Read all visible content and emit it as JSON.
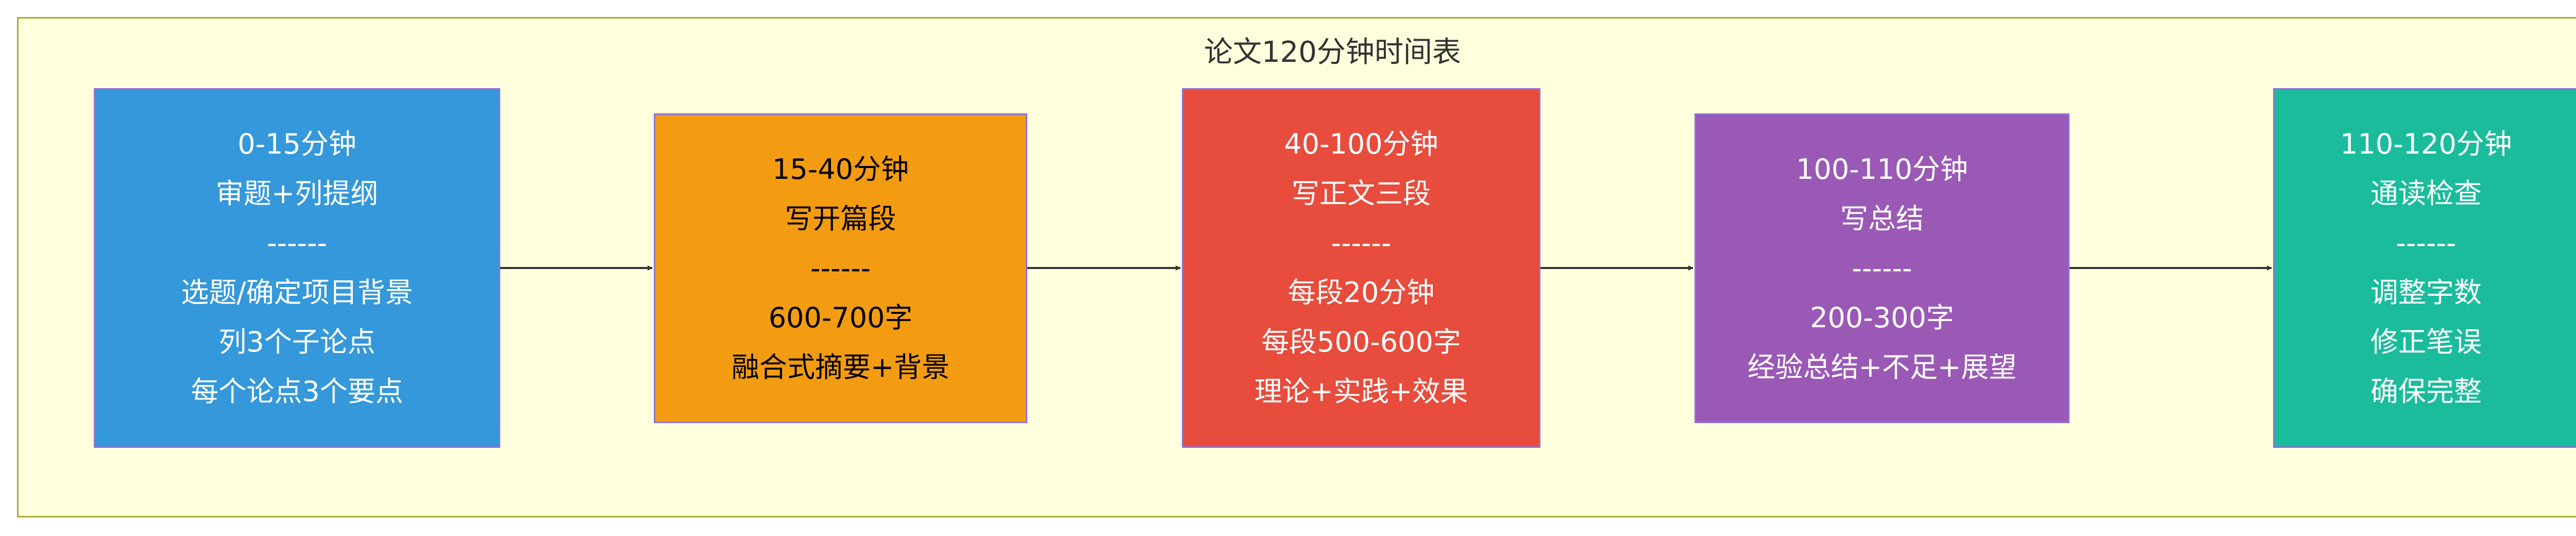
{
  "diagram": {
    "title": "论文120分钟时间表",
    "colors": {
      "background": "#ffffde",
      "frame_border": "#aaaa33",
      "node_border": "#9370db",
      "arrow": "#333333"
    },
    "steps": [
      {
        "color": "#3498db",
        "lines": [
          "0-15分钟",
          "审题+列提纲",
          "------",
          "选题/确定项目背景",
          "列3个子论点",
          "每个论点3个要点"
        ]
      },
      {
        "color": "#f39c12",
        "lines": [
          "15-40分钟",
          "写开篇段",
          "------",
          "600-700字",
          "融合式摘要+背景"
        ]
      },
      {
        "color": "#e74c3c",
        "lines": [
          "40-100分钟",
          "写正文三段",
          "------",
          "每段20分钟",
          "每段500-600字",
          "理论+实践+效果"
        ]
      },
      {
        "color": "#9b59b6",
        "lines": [
          "100-110分钟",
          "写总结",
          "------",
          "200-300字",
          "经验总结+不足+展望"
        ]
      },
      {
        "color": "#1abc9c",
        "lines": [
          "110-120分钟",
          "通读检查",
          "------",
          "调整字数",
          "修正笔误",
          "确保完整"
        ]
      }
    ],
    "edges": [
      {
        "from": 0,
        "to": 1
      },
      {
        "from": 1,
        "to": 2
      },
      {
        "from": 2,
        "to": 3
      },
      {
        "from": 3,
        "to": 4
      }
    ]
  }
}
